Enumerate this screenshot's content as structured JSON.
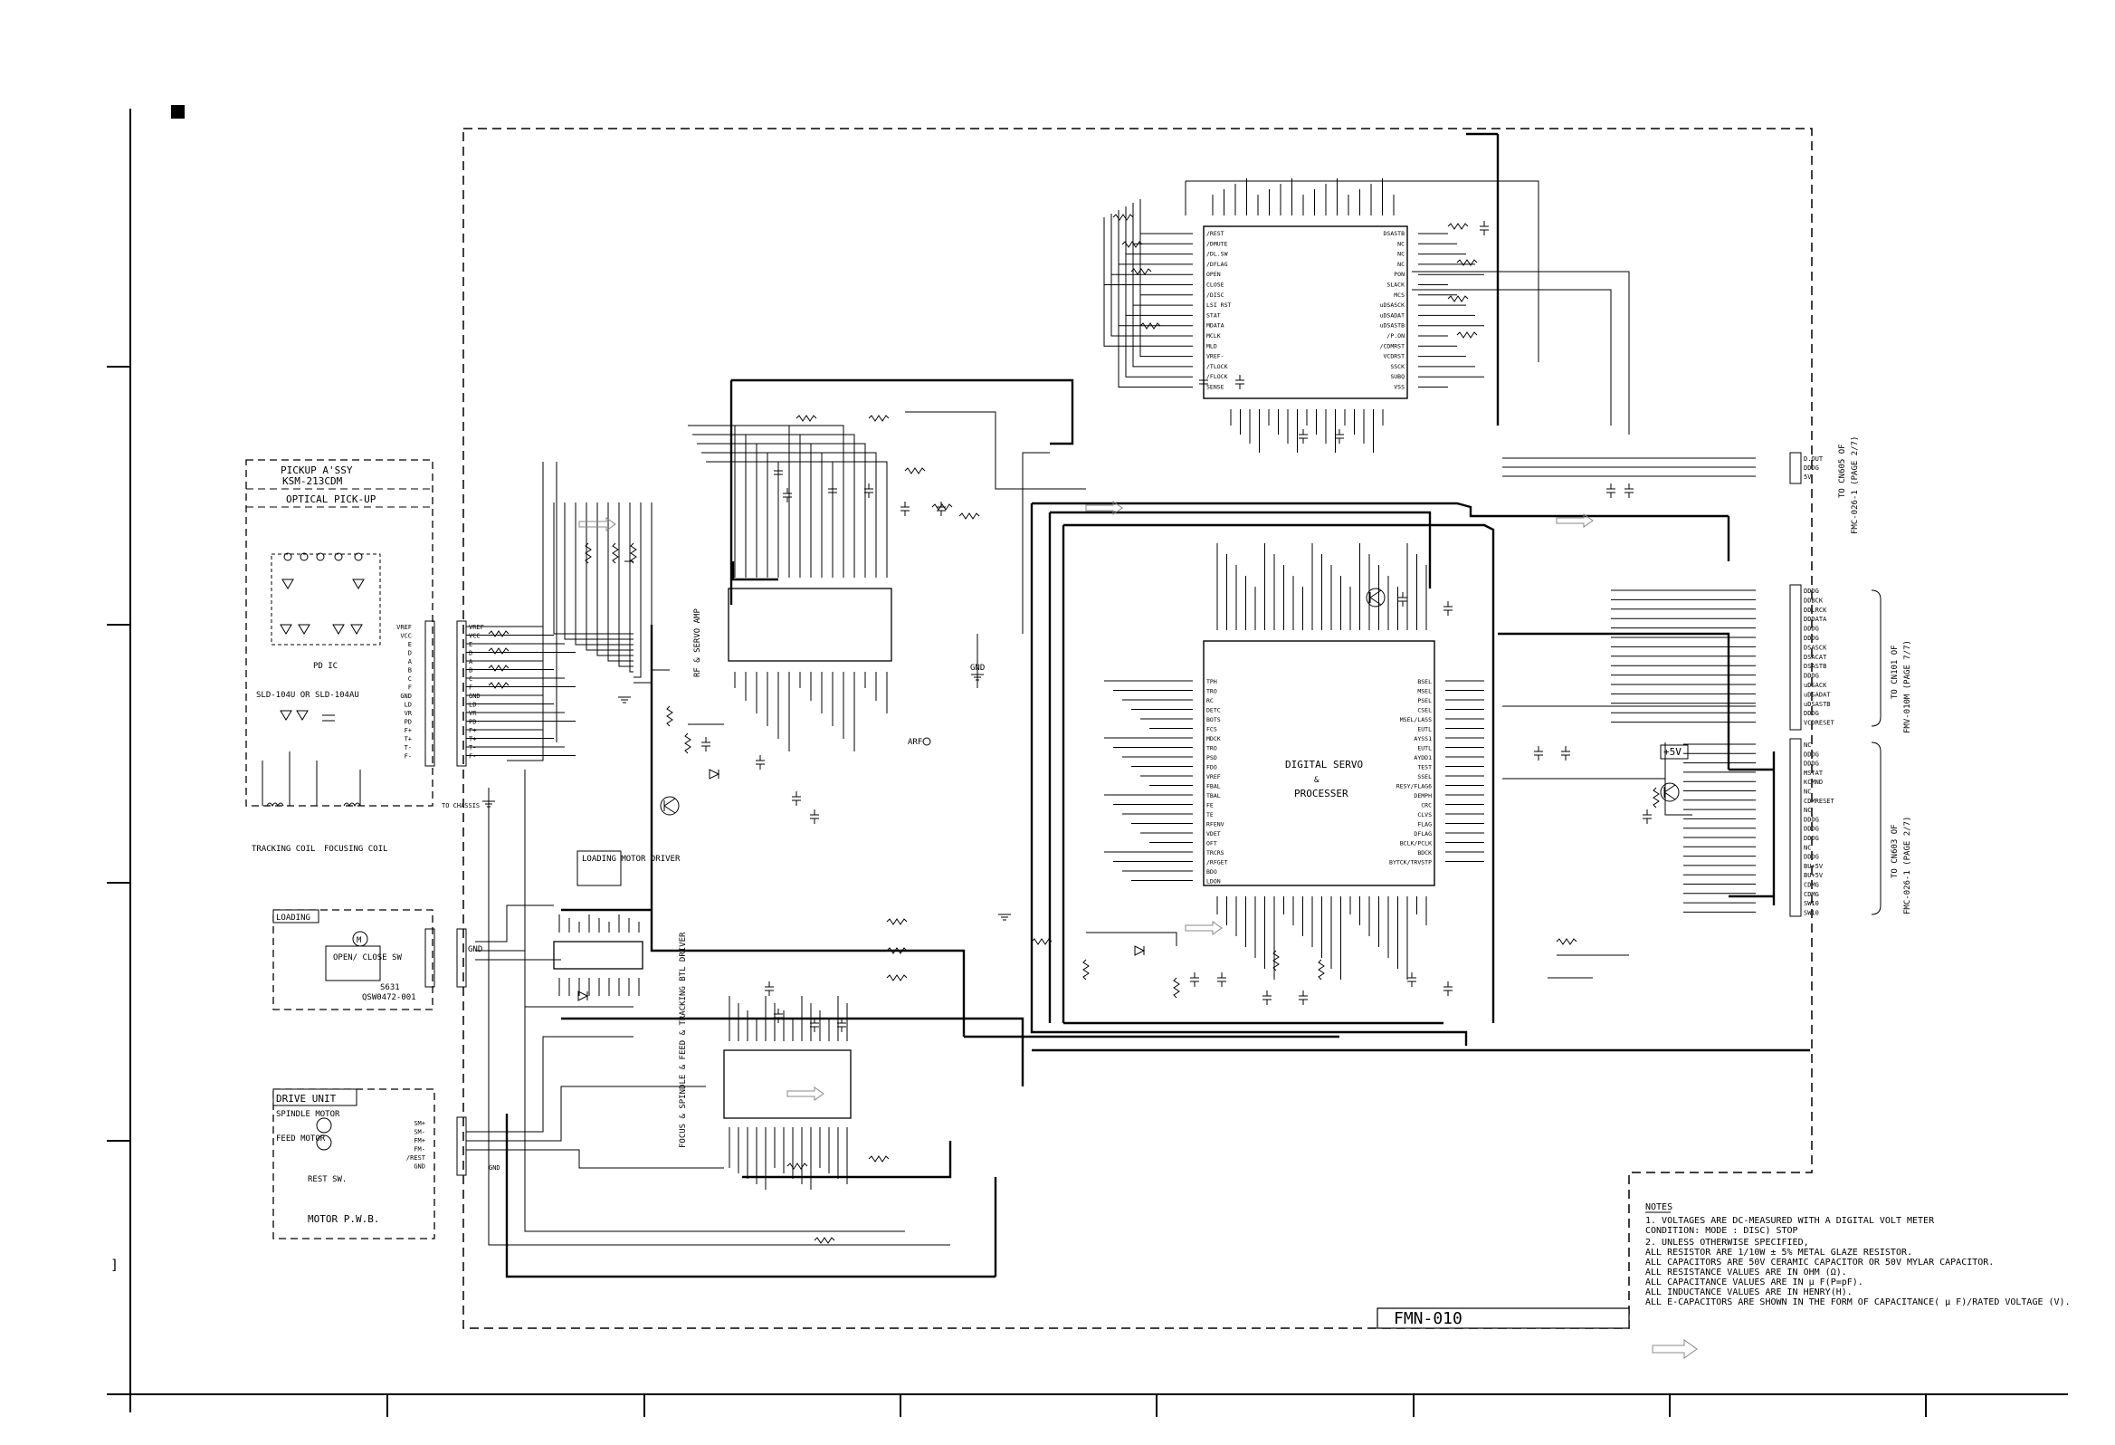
{
  "board_label": "FMN-010",
  "pickup": {
    "title": "PICKUP A'SSY",
    "model": "KSM-213CDM",
    "subtitle": "OPTICAL PICK-UP",
    "pd_ic": "PD IC",
    "ld_label": "SLD-104U OR SLD-104AU",
    "tracking_coil": "TRACKING COIL",
    "focusing_coil": "FOCUSING COIL",
    "pins": [
      "VREF",
      "VCC",
      "E",
      "D",
      "A",
      "B",
      "C",
      "F",
      "GND",
      "LD",
      "VR",
      "PD",
      "F+",
      "T+",
      "T-",
      "F-"
    ],
    "to_chassis": "TO CHASSIS"
  },
  "loading": {
    "title": "LOADING",
    "switch": "OPEN/ CLOSE SW",
    "part": "S631",
    "part_no": "QSW0472-001",
    "pins": [
      "GND"
    ]
  },
  "loading_driver": {
    "label": "LOADING MOTOR DRIVER"
  },
  "drive_unit": {
    "title": "DRIVE UNIT",
    "spindle": "SPINDLE MOTOR",
    "feed": "FEED MOTOR",
    "rest": "REST SW.",
    "footer": "MOTOR P.W.B.",
    "pins": [
      "SM+",
      "SM-",
      "FM+",
      "FM-",
      "/REST",
      "GND"
    ]
  },
  "rf_amp": {
    "label": "RF & SERVO AMP"
  },
  "btl_driver": {
    "label": "FOCUS & SPINDLE & FEED & TRACKING BTL DRIVER"
  },
  "dsp": {
    "line1": "DIGITAL SERVO",
    "line2": "&",
    "line3": "PROCESSER"
  },
  "plus5v": "+5V",
  "gnd": "GND",
  "arf": "ARF",
  "conn_top": {
    "pins": [
      "D.OUT",
      "DDDG",
      "5V"
    ],
    "dest1": "TO CN605 OF",
    "dest2": "FMC-026-1 (PAGE 2/7)"
  },
  "conn_mid": {
    "pins": [
      "DDDG",
      "DDBCK",
      "DDLRCK",
      "DDDATA",
      "DDDG",
      "DDDG",
      "DSASCK",
      "DSACAT",
      "DSASTB",
      "DDDG",
      "uDSACK",
      "uDSADAT",
      "uDSASTB",
      "DDDG",
      "VCDRESET"
    ],
    "dest1": "TO CN101 OF",
    "dest2": "FMV-010M (PAGE 7/7)"
  },
  "conn_bot": {
    "pins": [
      "NC",
      "DDDG",
      "DDDG",
      "MSTAT",
      "KCMND",
      "NC",
      "CDMRESET",
      "NC",
      "DDDG",
      "DDDG",
      "DDDG",
      "NC",
      "DDDG",
      "BU+5V",
      "BU+5V",
      "CDMG",
      "CDMG",
      "SW10",
      "SW10"
    ],
    "dest1": "TO CN603 OF",
    "dest2": "FMC-026-1 (PAGE 2/7)"
  },
  "notes": {
    "title": "NOTES",
    "lines": [
      "1. VOLTAGES ARE DC-MEASURED WITH A DIGITAL VOLT METER",
      "   CONDITION:  MODE   : DISC) STOP",
      "2. UNLESS OTHERWISE SPECIFIED,",
      "   ALL RESISTOR ARE 1/10W ± 5% METAL GLAZE RESISTOR.",
      "   ALL CAPACITORS ARE 50V CERAMIC CAPACITOR OR 50V MYLAR CAPACITOR.",
      "   ALL RESISTANCE VALUES ARE IN OHM (Ω).",
      "   ALL CAPACITANCE VALUES ARE IN µ F(P=pF).",
      "   ALL INDUCTANCE VALUES ARE IN HENRY(H).",
      "   ALL E-CAPACITORS ARE SHOWN IN THE FORM OF CAPACITANCE( µ F)/RATED VOLTAGE (V)."
    ]
  },
  "dsp_left_pins": [
    "TPH",
    "TRO",
    "RC",
    "DETC",
    "BOTS",
    "FCS",
    "MDCK",
    "TRO",
    "PSD",
    "FDO",
    "VREF",
    "FBAL",
    "TBAL",
    "FE",
    "TE",
    "RFENV",
    "VDET",
    "OFT",
    "TRCRS",
    "/RFGET",
    "BDO",
    "LDON"
  ],
  "dsp_right_pins": [
    "BSEL",
    "MSEL",
    "PSEL",
    "CSEL",
    "MSEL/LASS",
    "EUTL",
    "AYSS1",
    "EUTL",
    "AYDD1",
    "TEST",
    "SSEL",
    "RESY/FLAG6",
    "DEMPH",
    "CRC",
    "CLVS",
    "FLAG",
    "DFLAG",
    "BCLK/PCLK",
    "BDCK",
    "BYTCK/TRVSTP"
  ],
  "mcu_left_pins": [
    "/REST",
    "/DMUTE",
    "/DL.SW",
    "/DFLAG",
    "OPEN",
    "CLOSE",
    "/DISC",
    "LSI RST",
    "STAT",
    "MDATA",
    "MCLK",
    "MLD",
    "VREF-",
    "/TLOCK",
    "/FLOCK",
    "SENSE"
  ],
  "mcu_right_pins": [
    "DSASTB",
    "NC",
    "NC",
    "NC",
    "PON",
    "SLACK",
    "MCS",
    "uDSASCK",
    "uDSADAT",
    "uDSASTB",
    "/P.ON",
    "/CDMRST",
    "VCDRST",
    "SSCK",
    "SUBQ",
    "VSS"
  ]
}
